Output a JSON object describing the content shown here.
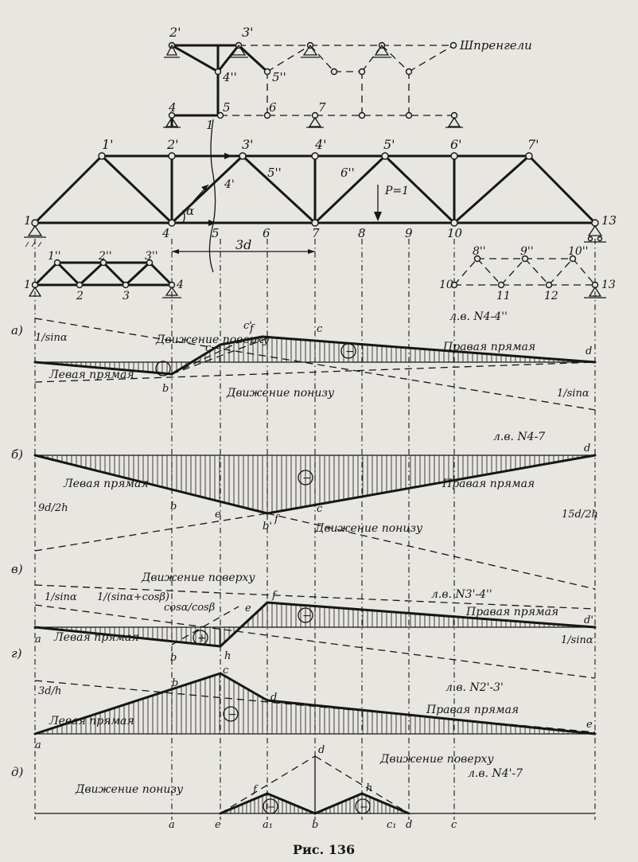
{
  "figure": {
    "caption": "Рис. 136",
    "panel_labels": [
      "а)",
      "б)",
      "в)",
      "г)",
      "д)"
    ],
    "node_labels": {
      "sprengel_top": [
        "2'",
        "3'",
        "4''",
        "5''"
      ],
      "upper_chord": [
        "1'",
        "2'",
        "3'",
        "4'",
        "5'",
        "6'",
        "7'"
      ],
      "mid_level": [
        "4",
        "5",
        "6",
        "7",
        "1"
      ],
      "lower_chord": [
        "1",
        "4",
        "5",
        "6",
        "7",
        "8",
        "9",
        "10",
        "13"
      ],
      "diagonal": [
        "4'",
        "5''",
        "6''"
      ],
      "left_small_top": [
        "1''",
        "2''",
        "3''"
      ],
      "left_small_bottom": [
        "1",
        "2",
        "3",
        "4"
      ],
      "right_small_top": [
        "8''",
        "9''",
        "10''"
      ],
      "right_small_bottom": [
        "10",
        "11",
        "12",
        "13"
      ]
    },
    "load_label": "P=1",
    "angle_label": "α",
    "dimension_label": "3d",
    "sprengel_label": "Шпренгели"
  },
  "panels": {
    "a": {
      "title": "л.в. N4-4''",
      "labels": {
        "move_top": "Движение поверху",
        "move_bottom": "Движение понизу",
        "left_line": "Левая прямая",
        "right_line": "Правая прямая",
        "left_value": "1/sinα",
        "right_value": "1/sinα",
        "points": [
          "c'",
          "c",
          "f",
          "c",
          "b",
          "d"
        ],
        "sign": "−"
      }
    },
    "b": {
      "title": "л.в. N4-7",
      "labels": {
        "left_line": "Левая прямая",
        "right_line": "Правая прямая",
        "left_value": "9d/2h",
        "right_value": "15d/2h",
        "move_bottom": "Движение понизу",
        "points": [
          "b",
          "e",
          "b'",
          "f",
          "c",
          "d"
        ],
        "sign": "−"
      }
    },
    "v": {
      "title": "л.в. N3'-4''",
      "labels": {
        "move_top": "Движение поверху",
        "left_line": "Левая прямая",
        "right_line": "Правая прямая",
        "v1": "1/sinα",
        "v2": "1/(sinα+cosβ)",
        "v3": "cosα/cosβ",
        "right_value": "1/sinα",
        "points": [
          "a",
          "b",
          "h",
          "e",
          "f",
          "d'"
        ],
        "signs": [
          "+",
          "−"
        ]
      }
    },
    "g": {
      "title": "л.в. N2'-3'",
      "labels": {
        "left_line": "Левая прямая",
        "right_line": "Правая прямая",
        "left_value": "3d/h",
        "points": [
          "a",
          "b",
          "c",
          "d",
          "e"
        ],
        "sign": "−"
      }
    },
    "d": {
      "title": "л.в. N4'-7",
      "labels": {
        "move_top": "Движение поверху",
        "move_bottom": "Движение понизу",
        "points": [
          "f",
          "d",
          "h",
          "a",
          "e",
          "a₁",
          "b",
          "c₁",
          "d",
          "c"
        ],
        "signs": [
          "−",
          "−"
        ]
      }
    }
  }
}
